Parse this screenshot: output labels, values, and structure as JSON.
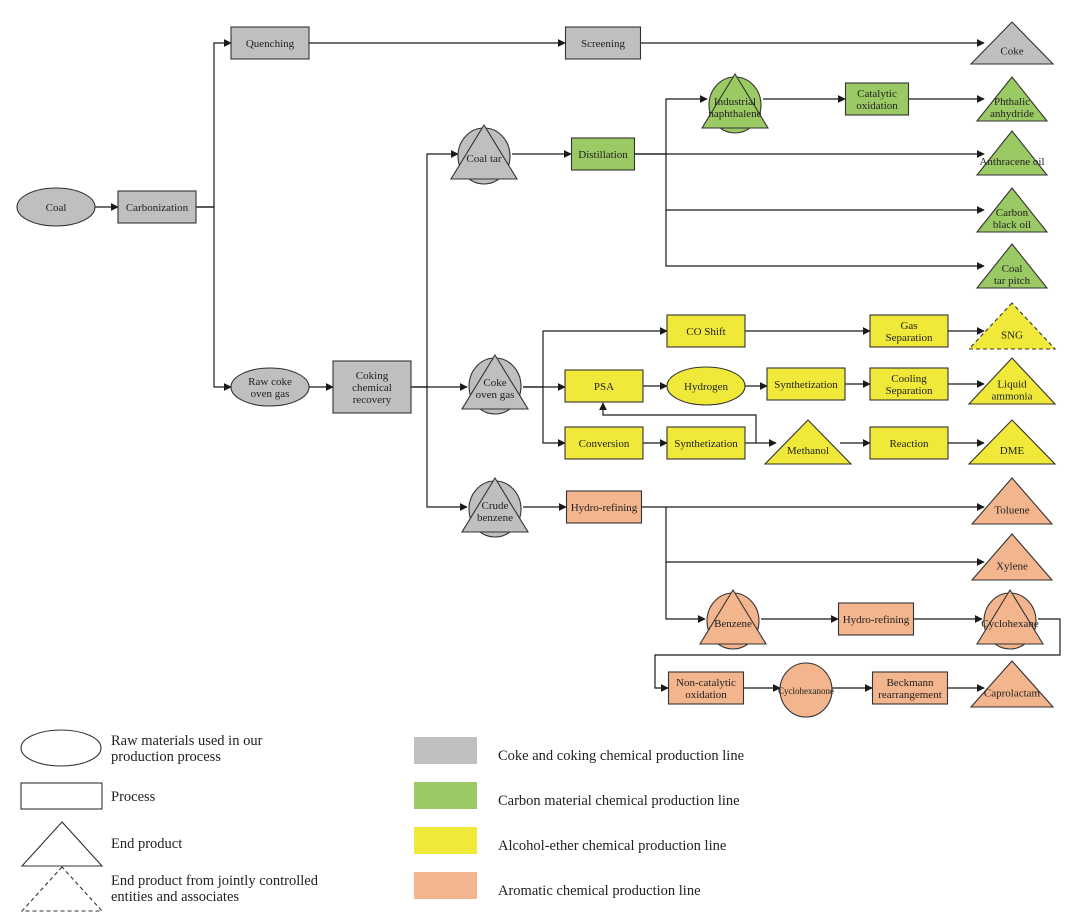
{
  "colors": {
    "coke": "#bebfc1",
    "carbon": "#9bc964",
    "alcohol": "#f0e93a",
    "aromatic": "#f3b58d"
  },
  "nodes": {
    "coal": {
      "label": [
        "Coal"
      ],
      "kind": "raw",
      "line": "coke"
    },
    "carbonization": {
      "label": [
        "Carbonization"
      ],
      "kind": "process",
      "line": "coke"
    },
    "quenching": {
      "label": [
        "Quenching"
      ],
      "kind": "process",
      "line": "coke"
    },
    "screening": {
      "label": [
        "Screening"
      ],
      "kind": "process",
      "line": "coke"
    },
    "coke": {
      "label": [
        "Coke"
      ],
      "kind": "end",
      "line": "coke"
    },
    "raw_coke_oven_gas": {
      "label": [
        "Raw coke",
        "oven gas"
      ],
      "kind": "raw",
      "line": "coke"
    },
    "coking_chemical_recovery": {
      "label": [
        "Coking",
        "chemical",
        "recovery"
      ],
      "kind": "process",
      "line": "coke"
    },
    "coal_tar": {
      "label": [
        "Coal tar"
      ],
      "kind": "raw-end",
      "line": "coke"
    },
    "coke_oven_gas": {
      "label": [
        "Coke",
        "oven gas"
      ],
      "kind": "raw-end",
      "line": "coke"
    },
    "crude_benzene": {
      "label": [
        "Crude",
        "benzene"
      ],
      "kind": "raw-end",
      "line": "coke"
    },
    "distillation": {
      "label": [
        "Distillation"
      ],
      "kind": "process",
      "line": "carbon"
    },
    "industrial_naphthalene": {
      "label": [
        "Industrial",
        "naphthalene"
      ],
      "kind": "raw-end",
      "line": "carbon"
    },
    "catalytic_oxidation": {
      "label": [
        "Catalytic",
        "oxidation"
      ],
      "kind": "process",
      "line": "carbon"
    },
    "phthalic_anhydride": {
      "label": [
        "Phthalic",
        "anhydride"
      ],
      "kind": "end",
      "line": "carbon"
    },
    "anthracene_oil": {
      "label": [
        "Anthracene oil"
      ],
      "kind": "end",
      "line": "carbon"
    },
    "carbon_black_oil": {
      "label": [
        "Carbon",
        "black oil"
      ],
      "kind": "end",
      "line": "carbon"
    },
    "coal_tar_pitch": {
      "label": [
        "Coal",
        "tar pitch"
      ],
      "kind": "end",
      "line": "carbon"
    },
    "co_shift": {
      "label": [
        "CO Shift"
      ],
      "kind": "process",
      "line": "alcohol"
    },
    "gas_separation": {
      "label": [
        "Gas",
        "Separation"
      ],
      "kind": "process",
      "line": "alcohol"
    },
    "sng": {
      "label": [
        "SNG"
      ],
      "kind": "end-jv",
      "line": "alcohol"
    },
    "psa": {
      "label": [
        "PSA"
      ],
      "kind": "process",
      "line": "alcohol"
    },
    "hydrogen": {
      "label": [
        "Hydrogen"
      ],
      "kind": "raw",
      "line": "alcohol"
    },
    "synthetization_1": {
      "label": [
        "Synthetization"
      ],
      "kind": "process",
      "line": "alcohol"
    },
    "cooling_separation": {
      "label": [
        "Cooling",
        "Separation"
      ],
      "kind": "process",
      "line": "alcohol"
    },
    "liquid_ammonia": {
      "label": [
        "Liquid",
        "ammonia"
      ],
      "kind": "end",
      "line": "alcohol"
    },
    "conversion": {
      "label": [
        "Conversion"
      ],
      "kind": "process",
      "line": "alcohol"
    },
    "synthetization_2": {
      "label": [
        "Synthetization"
      ],
      "kind": "process",
      "line": "alcohol"
    },
    "methanol": {
      "label": [
        "Methanol"
      ],
      "kind": "end",
      "line": "alcohol"
    },
    "reaction": {
      "label": [
        "Reaction"
      ],
      "kind": "process",
      "line": "alcohol"
    },
    "dme": {
      "label": [
        "DME"
      ],
      "kind": "end",
      "line": "alcohol"
    },
    "hydro_refining_1": {
      "label": [
        "Hydro-refining"
      ],
      "kind": "process",
      "line": "aromatic"
    },
    "toluene": {
      "label": [
        "Toluene"
      ],
      "kind": "end",
      "line": "aromatic"
    },
    "xylene": {
      "label": [
        "Xylene"
      ],
      "kind": "end",
      "line": "aromatic"
    },
    "benzene": {
      "label": [
        "Benzene"
      ],
      "kind": "raw-end",
      "line": "aromatic"
    },
    "hydro_refining_2": {
      "label": [
        "Hydro-refining"
      ],
      "kind": "process",
      "line": "aromatic"
    },
    "cyclohexane": {
      "label": [
        "Cyclohexane"
      ],
      "kind": "raw-end",
      "line": "aromatic"
    },
    "non_catalytic_oxidation": {
      "label": [
        "Non-catalytic",
        "oxidation"
      ],
      "kind": "process",
      "line": "aromatic"
    },
    "cyclohexanone": {
      "label": [
        "Cyclohexanone"
      ],
      "kind": "raw",
      "line": "aromatic"
    },
    "beckmann_rearrangement": {
      "label": [
        "Beckmann",
        "rearrangement"
      ],
      "kind": "process",
      "line": "aromatic"
    },
    "caprolactam": {
      "label": [
        "Caprolactam"
      ],
      "kind": "end",
      "line": "aromatic"
    }
  },
  "edges": [
    [
      "coal",
      "carbonization"
    ],
    [
      "carbonization",
      "quenching"
    ],
    [
      "carbonization",
      "raw_coke_oven_gas"
    ],
    [
      "quenching",
      "screening"
    ],
    [
      "screening",
      "coke"
    ],
    [
      "raw_coke_oven_gas",
      "coking_chemical_recovery"
    ],
    [
      "coking_chemical_recovery",
      "coal_tar"
    ],
    [
      "coking_chemical_recovery",
      "coke_oven_gas"
    ],
    [
      "coking_chemical_recovery",
      "crude_benzene"
    ],
    [
      "coal_tar",
      "distillation"
    ],
    [
      "distillation",
      "industrial_naphthalene"
    ],
    [
      "distillation",
      "anthracene_oil"
    ],
    [
      "distillation",
      "carbon_black_oil"
    ],
    [
      "distillation",
      "coal_tar_pitch"
    ],
    [
      "industrial_naphthalene",
      "catalytic_oxidation"
    ],
    [
      "catalytic_oxidation",
      "phthalic_anhydride"
    ],
    [
      "coke_oven_gas",
      "co_shift"
    ],
    [
      "coke_oven_gas",
      "psa"
    ],
    [
      "coke_oven_gas",
      "conversion"
    ],
    [
      "co_shift",
      "gas_separation"
    ],
    [
      "gas_separation",
      "sng"
    ],
    [
      "psa",
      "hydrogen"
    ],
    [
      "hydrogen",
      "synthetization_1"
    ],
    [
      "synthetization_1",
      "cooling_separation"
    ],
    [
      "cooling_separation",
      "liquid_ammonia"
    ],
    [
      "conversion",
      "synthetization_2"
    ],
    [
      "synthetization_2",
      "methanol"
    ],
    [
      "synthetization_2",
      "psa"
    ],
    [
      "methanol",
      "reaction"
    ],
    [
      "reaction",
      "dme"
    ],
    [
      "crude_benzene",
      "hydro_refining_1"
    ],
    [
      "hydro_refining_1",
      "toluene"
    ],
    [
      "hydro_refining_1",
      "xylene"
    ],
    [
      "hydro_refining_1",
      "benzene"
    ],
    [
      "benzene",
      "hydro_refining_2"
    ],
    [
      "hydro_refining_2",
      "cyclohexane"
    ],
    [
      "cyclohexane",
      "non_catalytic_oxidation"
    ],
    [
      "non_catalytic_oxidation",
      "cyclohexanone"
    ],
    [
      "cyclohexanone",
      "beckmann_rearrangement"
    ],
    [
      "beckmann_rearrangement",
      "caprolactam"
    ]
  ],
  "legend": {
    "shapes": [
      {
        "shape": "ellipse",
        "label": [
          "Raw materials used in our",
          "production process"
        ]
      },
      {
        "shape": "rect",
        "label": [
          "Process"
        ]
      },
      {
        "shape": "triangle",
        "label": [
          "End product"
        ]
      },
      {
        "shape": "triangle-dashed",
        "label": [
          "End product from jointly controlled",
          "entities and associates"
        ]
      }
    ],
    "lines": [
      {
        "color_key": "coke",
        "label": "Coke and coking chemical production line"
      },
      {
        "color_key": "carbon",
        "label": "Carbon material chemical production line"
      },
      {
        "color_key": "alcohol",
        "label": "Alcohol-ether chemical production line"
      },
      {
        "color_key": "aromatic",
        "label": "Aromatic chemical production line"
      }
    ]
  }
}
